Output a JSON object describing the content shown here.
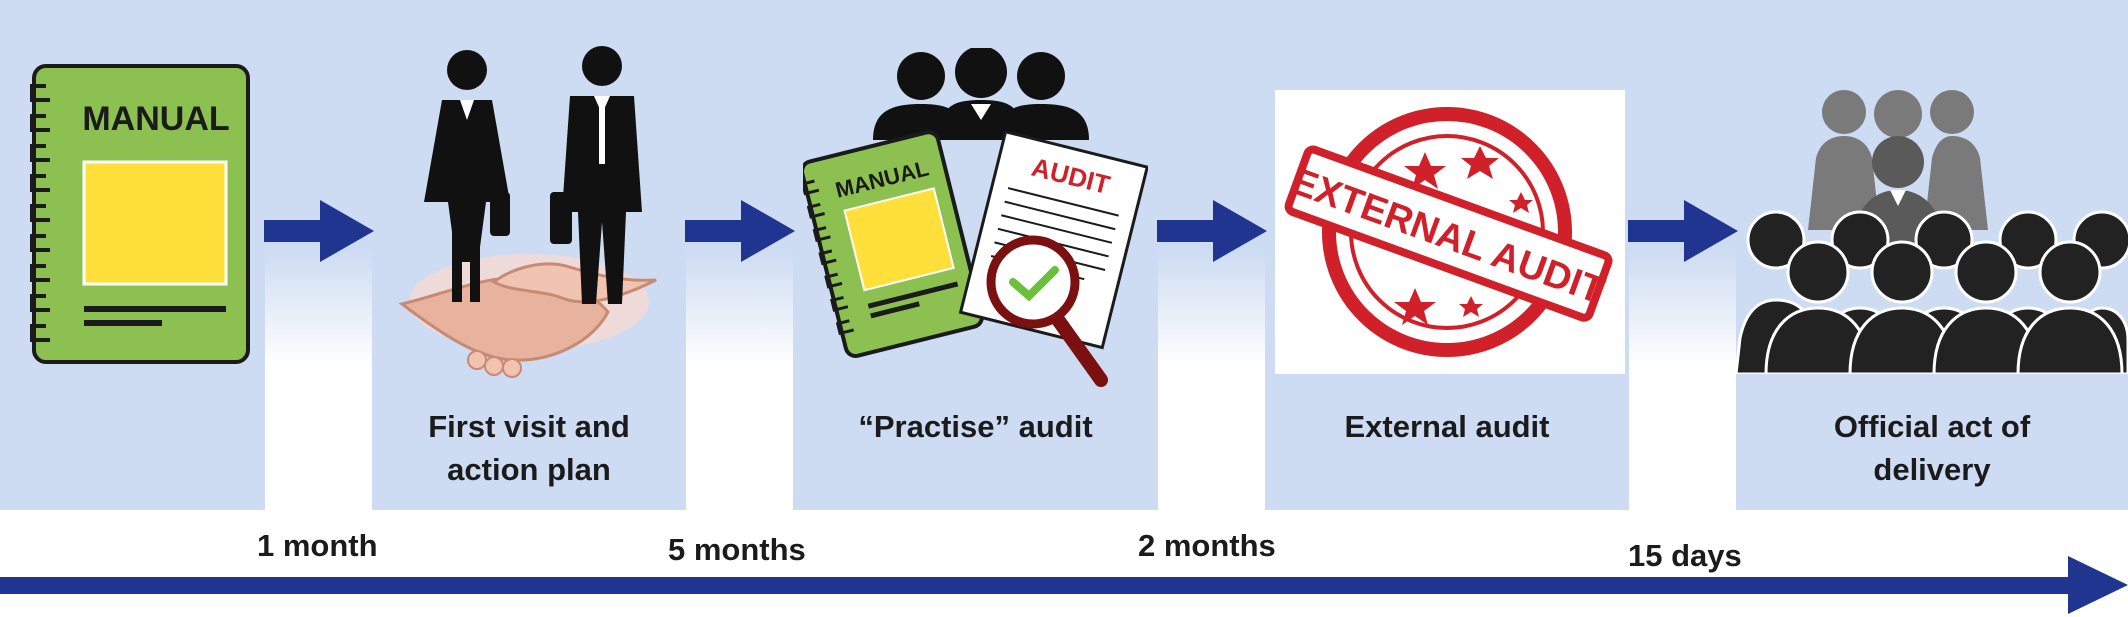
{
  "steps": [
    {
      "id": "manual",
      "label": "",
      "icon": "manual-notebook-icon",
      "text": "MANUAL"
    },
    {
      "id": "first-visit",
      "label": "First visit and\naction plan",
      "icon": "handshake-business-people-icon"
    },
    {
      "id": "practise",
      "label": "“Practise” audit",
      "icon": "manual-audit-magnifier-icon",
      "text_manual": "MANUAL",
      "text_audit": "AUDIT"
    },
    {
      "id": "external",
      "label": "External audit",
      "icon": "external-audit-stamp-icon",
      "text": "EXTERNAL AUDIT"
    },
    {
      "id": "delivery",
      "label": "Official act of\ndelivery",
      "icon": "group-of-people-icon"
    }
  ],
  "durations": [
    "1 month",
    "5 months",
    "2 months",
    "15 days"
  ],
  "colors": {
    "band": "#cddcf2",
    "arrow": "#1f3590",
    "manual_green": "#8cc152",
    "manual_yellow": "#ffe03a",
    "stamp_red": "#d0202a",
    "text": "#1b1b1b"
  }
}
